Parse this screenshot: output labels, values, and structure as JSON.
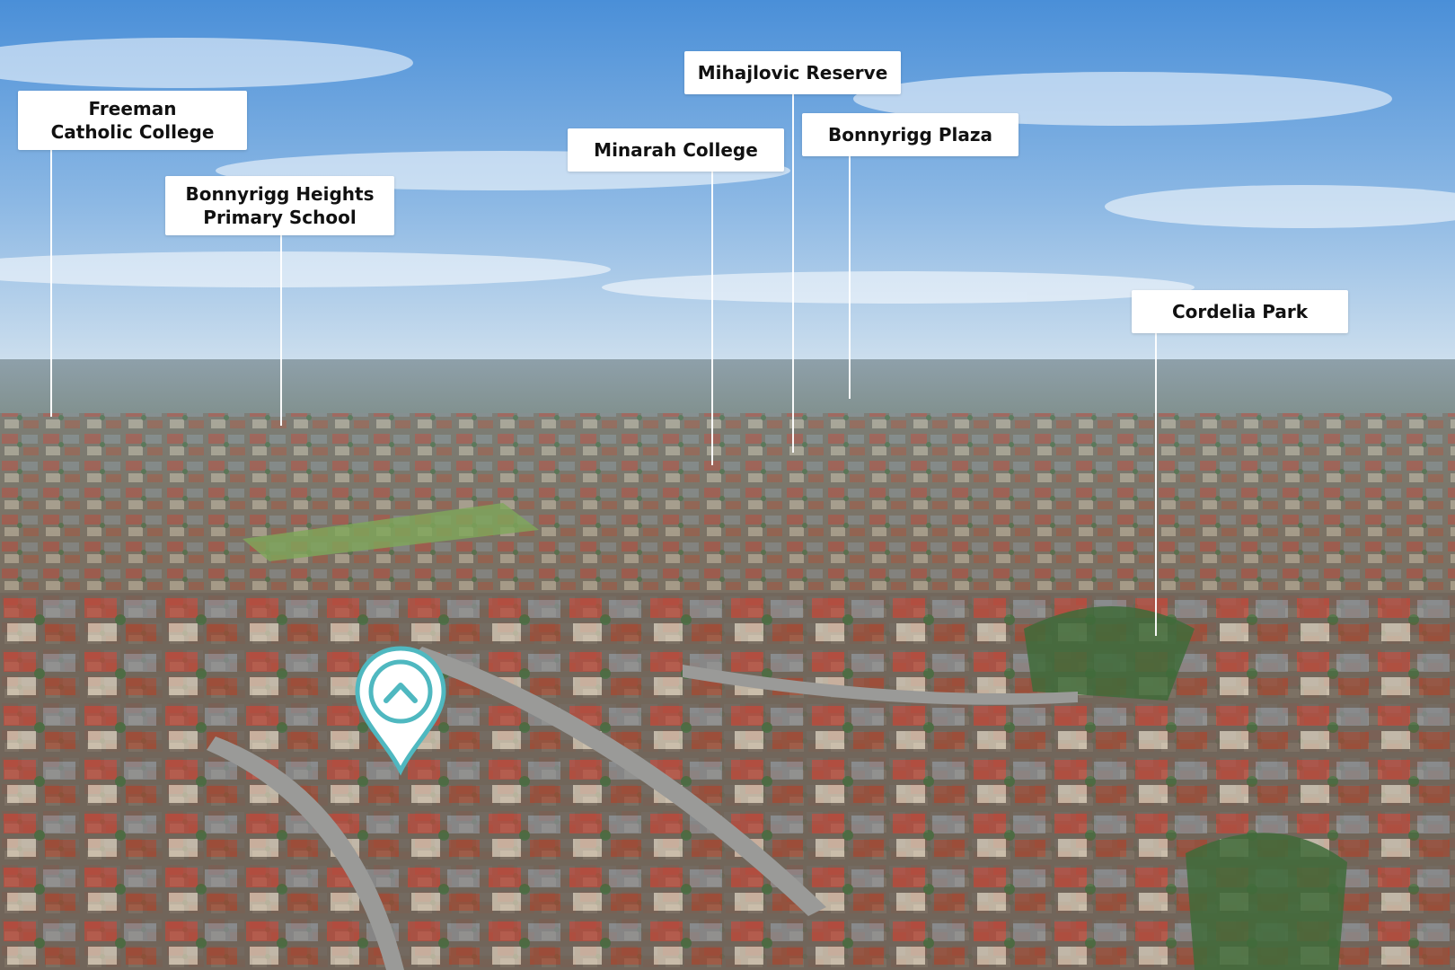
{
  "image": {
    "subject": "aerial-suburb-photo",
    "colors": {
      "sky_top": "#4a8fd8",
      "sky_horizon": "#cfe0ee",
      "haze": "#9fb3c0",
      "roof_red": "#b94a3c",
      "roof_grey": "#8b8f93",
      "tree_green": "#3f6b3a",
      "grass": "#7fa85a",
      "road": "#9a9a98",
      "pin_color": "#4fb8c0"
    }
  },
  "callouts": [
    {
      "lines": [
        "Freeman",
        "Catholic College"
      ]
    },
    {
      "lines": [
        "Bonnyrigg Heights",
        "Primary School"
      ]
    },
    {
      "lines": [
        "Minarah College"
      ]
    },
    {
      "lines": [
        "Mihajlovic Reserve"
      ]
    },
    {
      "lines": [
        "Bonnyrigg Plaza"
      ]
    },
    {
      "lines": [
        "Cordelia Park"
      ]
    }
  ],
  "marker": {
    "icon": "house-roof-chevron-icon"
  }
}
